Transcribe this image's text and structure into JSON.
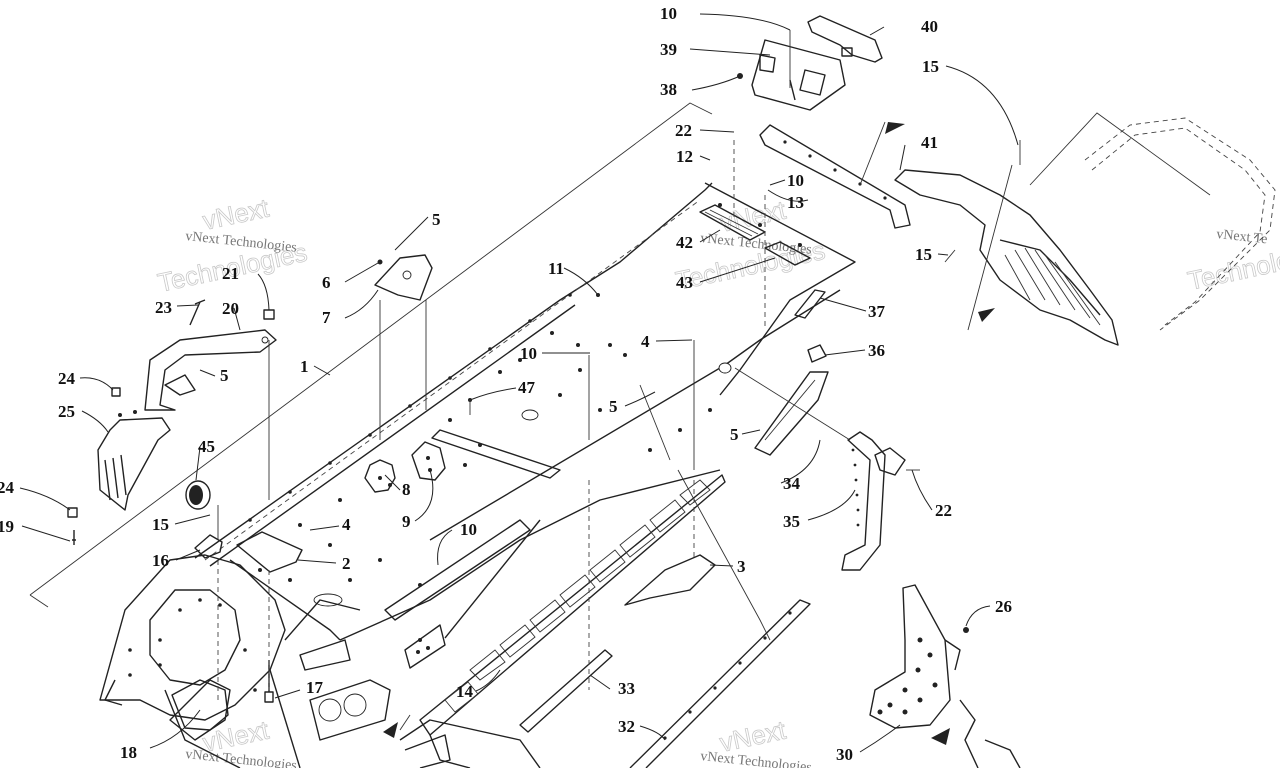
{
  "watermark": {
    "line1": "vNext",
    "line2": "Technologies",
    "small": "vNext Technologies",
    "small_cut_right": "vNext Te",
    "big_cut_right": "Technolo"
  },
  "callouts": [
    {
      "id": "c1",
      "label": "1"
    },
    {
      "id": "c2",
      "label": "2"
    },
    {
      "id": "c3",
      "label": "3"
    },
    {
      "id": "c4a",
      "label": "4"
    },
    {
      "id": "c4b",
      "label": "4"
    },
    {
      "id": "c5a",
      "label": "5"
    },
    {
      "id": "c5b",
      "label": "5"
    },
    {
      "id": "c5c",
      "label": "5"
    },
    {
      "id": "c5d",
      "label": "5"
    },
    {
      "id": "c6",
      "label": "6"
    },
    {
      "id": "c7",
      "label": "7"
    },
    {
      "id": "c8",
      "label": "8"
    },
    {
      "id": "c9",
      "label": "9"
    },
    {
      "id": "c10a",
      "label": "10"
    },
    {
      "id": "c10b",
      "label": "10"
    },
    {
      "id": "c10c",
      "label": "10"
    },
    {
      "id": "c10d",
      "label": "10"
    },
    {
      "id": "c11",
      "label": "11"
    },
    {
      "id": "c12",
      "label": "12"
    },
    {
      "id": "c13",
      "label": "13"
    },
    {
      "id": "c14",
      "label": "14"
    },
    {
      "id": "c15a",
      "label": "15"
    },
    {
      "id": "c15b",
      "label": "15"
    },
    {
      "id": "c15c",
      "label": "15"
    },
    {
      "id": "c16",
      "label": "16"
    },
    {
      "id": "c17",
      "label": "17"
    },
    {
      "id": "c18",
      "label": "18"
    },
    {
      "id": "c19",
      "label": "19"
    },
    {
      "id": "c20",
      "label": "20"
    },
    {
      "id": "c21",
      "label": "21"
    },
    {
      "id": "c22a",
      "label": "22"
    },
    {
      "id": "c22b",
      "label": "22"
    },
    {
      "id": "c23",
      "label": "23"
    },
    {
      "id": "c24a",
      "label": "24"
    },
    {
      "id": "c24b",
      "label": "24"
    },
    {
      "id": "c25",
      "label": "25"
    },
    {
      "id": "c26",
      "label": "26"
    },
    {
      "id": "c30",
      "label": "30"
    },
    {
      "id": "c32",
      "label": "32"
    },
    {
      "id": "c33",
      "label": "33"
    },
    {
      "id": "c34",
      "label": "34"
    },
    {
      "id": "c35",
      "label": "35"
    },
    {
      "id": "c36",
      "label": "36"
    },
    {
      "id": "c37",
      "label": "37"
    },
    {
      "id": "c38",
      "label": "38"
    },
    {
      "id": "c39",
      "label": "39"
    },
    {
      "id": "c40",
      "label": "40"
    },
    {
      "id": "c41",
      "label": "41"
    },
    {
      "id": "c42",
      "label": "42"
    },
    {
      "id": "c43",
      "label": "43"
    },
    {
      "id": "c45",
      "label": "45"
    },
    {
      "id": "c47",
      "label": "47"
    }
  ]
}
